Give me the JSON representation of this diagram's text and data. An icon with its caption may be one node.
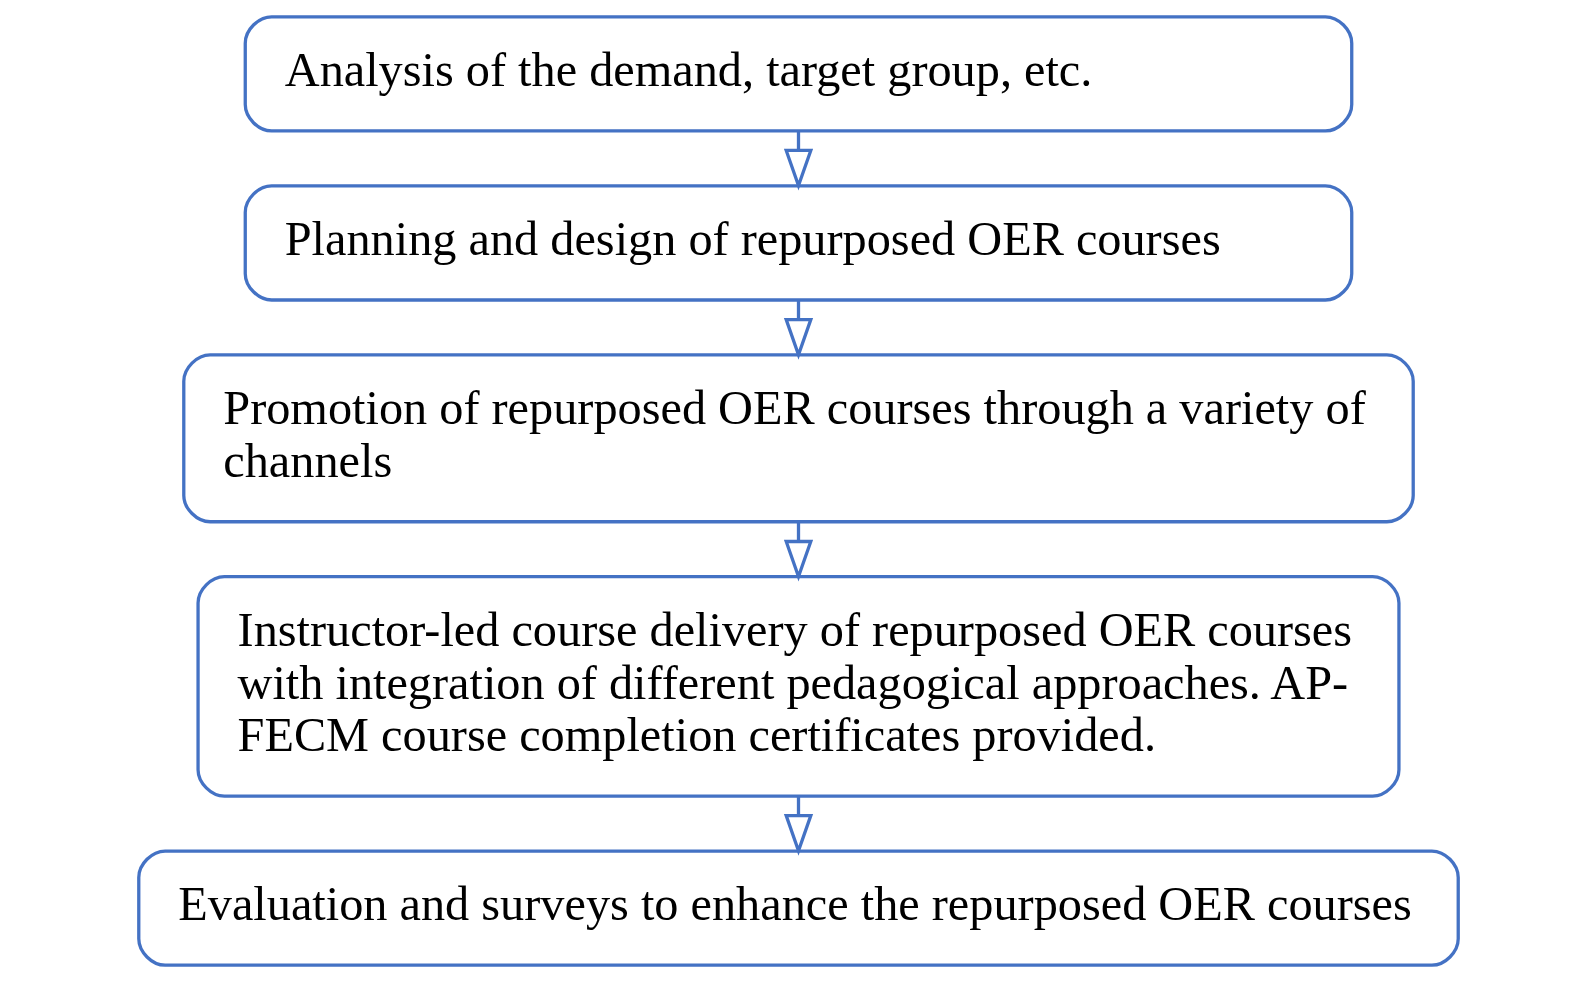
{
  "diagram": {
    "nodes": [
      {
        "text": [
          "Analysis of the demand, target group, etc."
        ]
      },
      {
        "text": [
          "Planning and design of repurposed OER courses"
        ]
      },
      {
        "text": [
          "Promotion of repurposed OER courses through a variety of channels"
        ]
      },
      {
        "text": [
          "Instructor-led course delivery of repurposed OER courses with integration of different pedagogical approaches. AP-FECM course completion certificates provided."
        ]
      },
      {
        "text": [
          "Evaluation and surveys to enhance the repurposed OER courses"
        ]
      }
    ],
    "edges": [
      {
        "from": 0,
        "to": 1,
        "arrow": "to"
      },
      {
        "from": 1,
        "to": 2,
        "arrow": "to"
      },
      {
        "from": 2,
        "to": 3,
        "arrow": "to"
      },
      {
        "from": 3,
        "to": 4,
        "arrow": "to"
      }
    ]
  }
}
